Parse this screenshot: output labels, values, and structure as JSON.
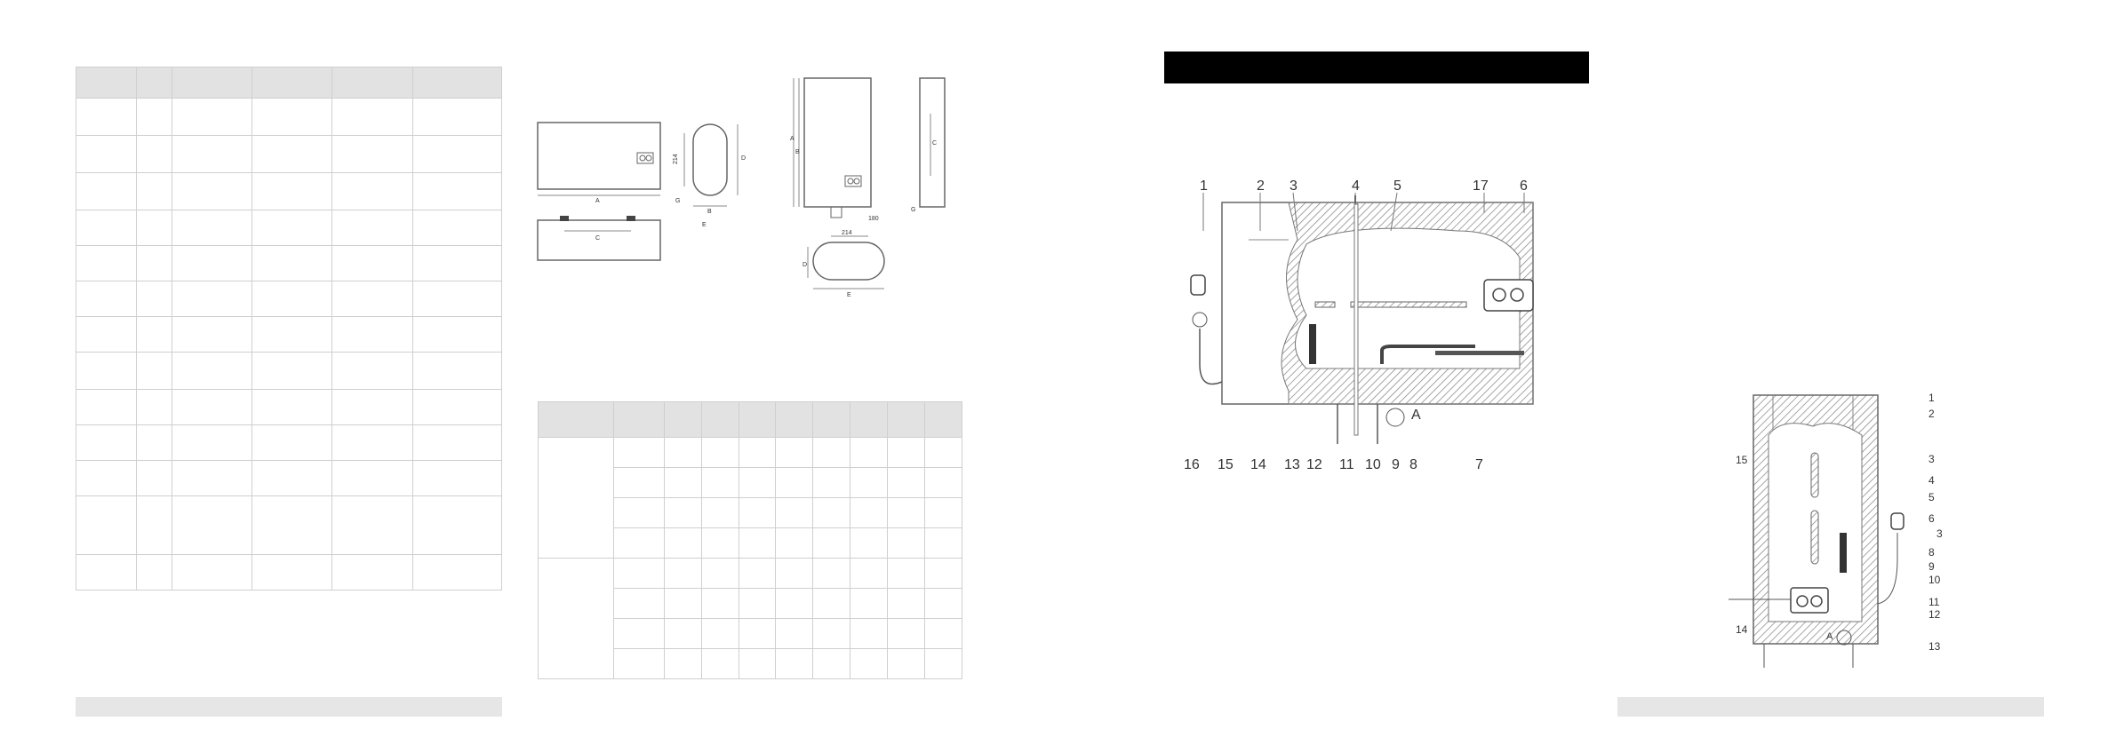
{
  "figure_top_left": {
    "dims": {
      "a": "A",
      "b": "B",
      "c": "C",
      "d": "D",
      "e": "E",
      "g": "G",
      "h214": "214"
    }
  },
  "figure_top_right": {
    "dims": {
      "a": "A",
      "b": "B",
      "c": "C",
      "d": "D",
      "e": "E",
      "g": "G",
      "h214": "214",
      "h180": "180"
    }
  },
  "diagram_horizontal": {
    "callouts_top": [
      "1",
      "2",
      "3",
      "4",
      "5",
      "17",
      "6"
    ],
    "callouts_bottom": [
      "16",
      "15",
      "14",
      "13",
      "12",
      "11",
      "10",
      "9",
      "8",
      "7"
    ],
    "detail_label": "A"
  },
  "diagram_vertical": {
    "callouts_right": [
      "1",
      "2",
      "3",
      "4",
      "5",
      "6",
      "3",
      "8",
      "9",
      "10",
      "11",
      "12",
      "13"
    ],
    "callouts_left": [
      "15",
      "14"
    ],
    "detail_label": "A"
  },
  "colors": {
    "header_fill": "#e2e2e2",
    "footer_band": "#e6e6e6",
    "grid_line": "#cfcfcf",
    "title_bar": "#000000"
  }
}
